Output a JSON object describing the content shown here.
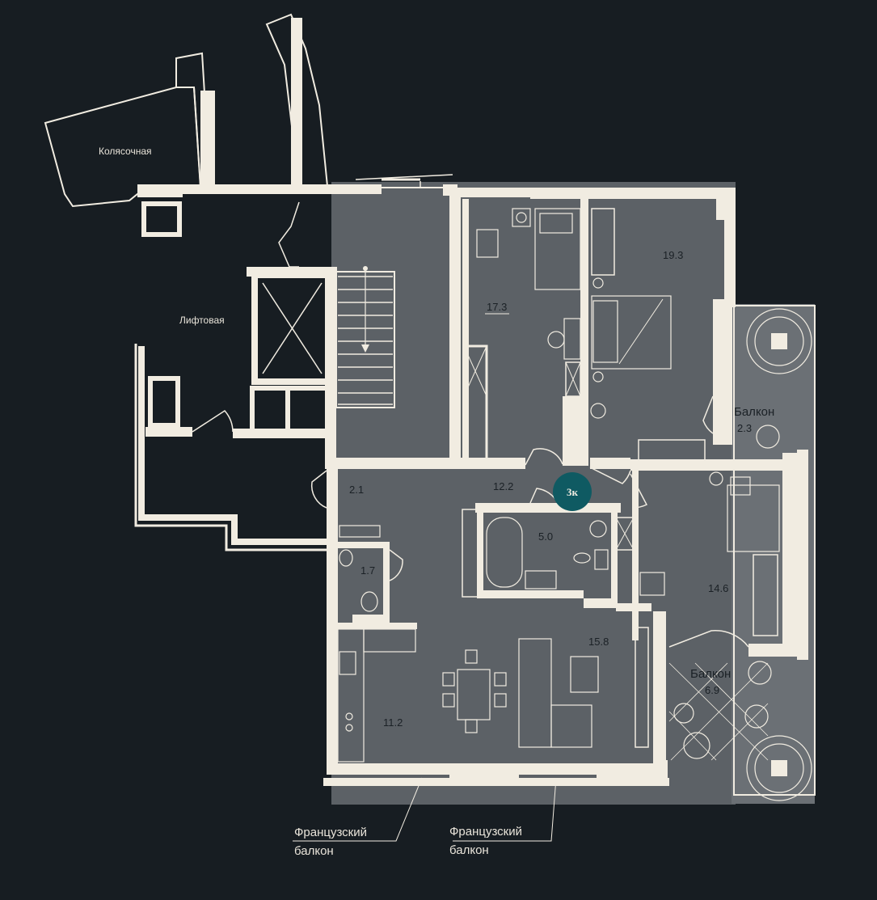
{
  "plan": {
    "apartment_badge": "3к",
    "badge_color": "#0f5a62",
    "floor_color": "#5c6166",
    "wall_color": "#f1ece1",
    "background_color": "#171d22",
    "common_areas": [
      {
        "id": "stroller-room",
        "label": "Колясочная"
      },
      {
        "id": "elevator-hall",
        "label": "Лифтовая"
      }
    ],
    "rooms": [
      {
        "id": "bedroom-1",
        "area": "17.3"
      },
      {
        "id": "bedroom-2",
        "area": "19.3"
      },
      {
        "id": "balcony-1",
        "label": "Балкон",
        "area": "2.3"
      },
      {
        "id": "hall-small",
        "area": "2.1"
      },
      {
        "id": "corridor",
        "area": "12.2"
      },
      {
        "id": "bathroom",
        "area": "5.0"
      },
      {
        "id": "wc",
        "area": "1.7"
      },
      {
        "id": "bedroom-3",
        "area": "14.6"
      },
      {
        "id": "living",
        "area": "15.8"
      },
      {
        "id": "kitchen",
        "area": "11.2"
      },
      {
        "id": "balcony-2",
        "label": "Балкон",
        "area": "6.9"
      }
    ],
    "callouts": [
      {
        "id": "french-balcony-1",
        "line1": "Французский",
        "line2": "балкон"
      },
      {
        "id": "french-balcony-2",
        "line1": "Французский",
        "line2": "балкон"
      }
    ]
  }
}
